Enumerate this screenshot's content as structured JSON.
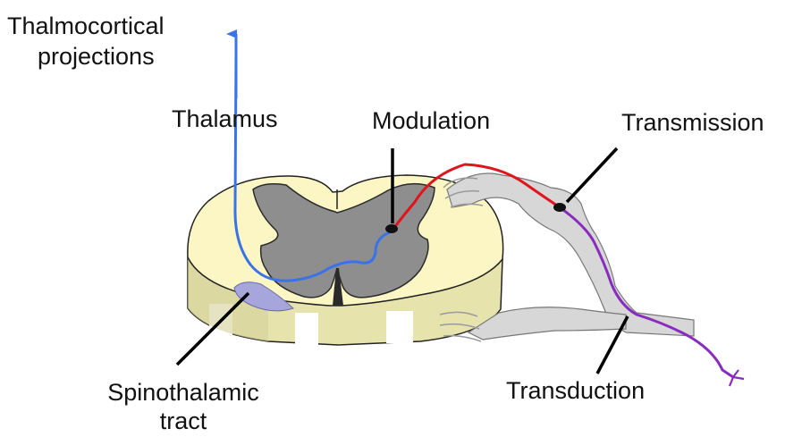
{
  "labels": {
    "thalmocortical_line1": "Thalmocortical",
    "thalmocortical_line2": "projections",
    "thalamus": "Thalamus",
    "modulation": "Modulation",
    "transmission": "Transmission",
    "spinothalamic_line1": "Spinothalamic",
    "spinothalamic_line2": "tract",
    "transduction": "Transduction"
  },
  "colors": {
    "cord_white_matter": "#fbf6c4",
    "cord_side_face": "#e6e3ad",
    "cord_side_shade": "#d3d09a",
    "gray_matter": "#8e8e8e",
    "nerve_root": "#d7d7d7",
    "ascending_pathway": "#3a72e8",
    "transmission_neuron": "#e0141c",
    "transduction_neuron": "#8a2bbf",
    "spinothalamic_tract": "#a6a6dc",
    "leader_line": "#000000"
  }
}
